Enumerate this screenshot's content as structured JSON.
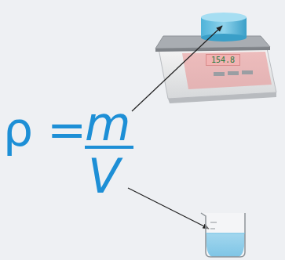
{
  "diagram": {
    "nodes": [
      {
        "text": [
          "154.8"
        ]
      }
    ],
    "labels": [
      "ρ",
      "=",
      "m",
      "V"
    ]
  }
}
